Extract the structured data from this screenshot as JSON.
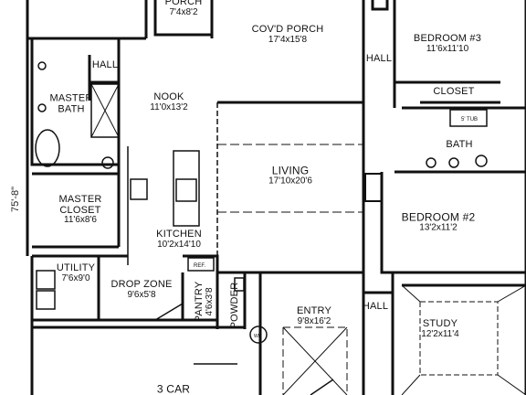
{
  "overall_depth": "75'-8\"",
  "rooms": {
    "porch_rear": {
      "name": "PORCH",
      "dims": "7'4x8'2"
    },
    "covd_porch": {
      "name": "COV'D PORCH",
      "dims": "17'4x15'8"
    },
    "bedroom3": {
      "name": "BEDROOM #3",
      "dims": "11'6x11'10"
    },
    "hall_ne": {
      "name": "HALL"
    },
    "closet_ne": {
      "name": "CLOSET"
    },
    "hall_nw": {
      "name": "HALL"
    },
    "master_bath": {
      "name": "MASTER BATH"
    },
    "nook": {
      "name": "NOOK",
      "dims": "11'0x13'2"
    },
    "bath": {
      "name": "BATH"
    },
    "living": {
      "name": "LIVING",
      "dims": "17'10x20'6"
    },
    "master_closet": {
      "name": "MASTER CLOSET",
      "dims": "11'6x8'6"
    },
    "bedroom2": {
      "name": "BEDROOM #2",
      "dims": "13'2x11'2"
    },
    "kitchen": {
      "name": "KITCHEN",
      "dims": "10'2x14'10"
    },
    "utility": {
      "name": "UTILITY",
      "dims": "7'6x9'0"
    },
    "drop_zone": {
      "name": "DROP ZONE",
      "dims": "9'6x5'8"
    },
    "pantry": {
      "name": "PANTRY",
      "dims": "4'6x3'8"
    },
    "powder": {
      "name": "POWDER"
    },
    "entry": {
      "name": "ENTRY",
      "dims": "9'8x16'2"
    },
    "hall_se": {
      "name": "HALL"
    },
    "study": {
      "name": "STUDY",
      "dims": "12'2x11'4"
    },
    "garage": {
      "name": "3 CAR"
    }
  },
  "fixtures": {
    "ref_label": "REF.",
    "tub_label": "5' TUB",
    "wh_label": "WH"
  }
}
